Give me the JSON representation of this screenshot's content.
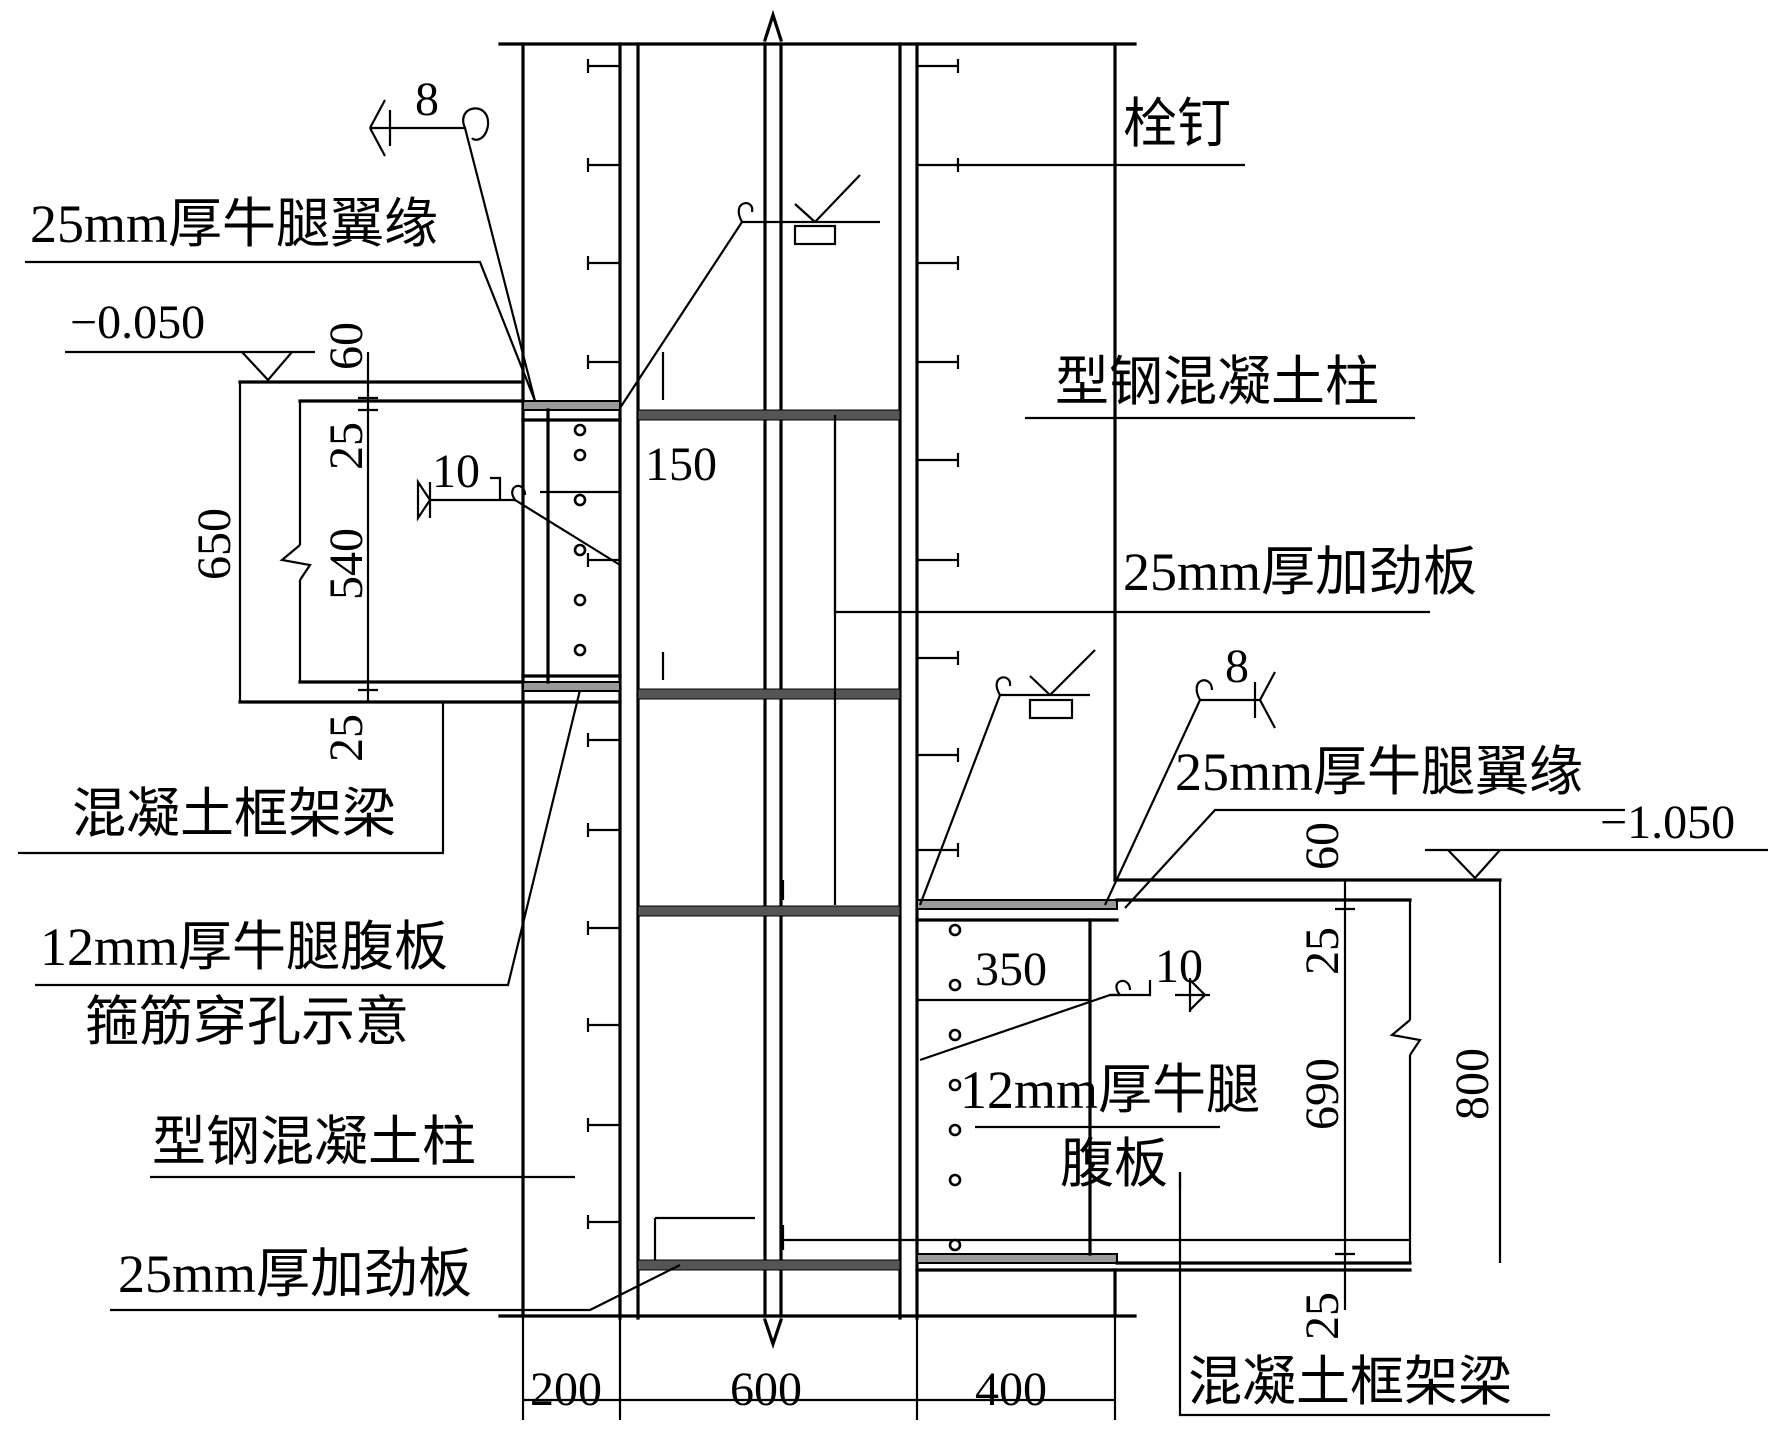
{
  "labels": {
    "stud": "栓钉",
    "column_right": "型钢混凝土柱",
    "column_left": "型钢混凝土柱",
    "flange_top": "25mm厚牛腿翼缘",
    "flange_right": "25mm厚牛腿翼缘",
    "stiffener_right": "25mm厚加劲板",
    "stiffener_left": "25mm厚加劲板",
    "beam_left": "混凝土框架梁",
    "beam_right": "混凝土框架梁",
    "web_left_1": "12mm厚牛腿腹板",
    "web_left_2": "箍筋穿孔示意",
    "web_right_1": "12mm厚牛腿",
    "web_right_2": "腹板"
  },
  "elevations": {
    "left": "−0.050",
    "right": "−1.050"
  },
  "weld_sizes": {
    "top_left": "8",
    "right": "8",
    "web_left": "10",
    "web_right": "10"
  },
  "dimensions": {
    "left_60": "60",
    "left_25_top": "25",
    "left_540": "540",
    "left_650": "650",
    "left_25_bottom": "25",
    "left_150": "150",
    "right_60": "60",
    "right_25_top": "25",
    "right_690": "690",
    "right_800": "800",
    "right_25_bottom": "25",
    "right_350": "350",
    "bottom_200": "200",
    "bottom_600": "600",
    "bottom_400": "400"
  }
}
